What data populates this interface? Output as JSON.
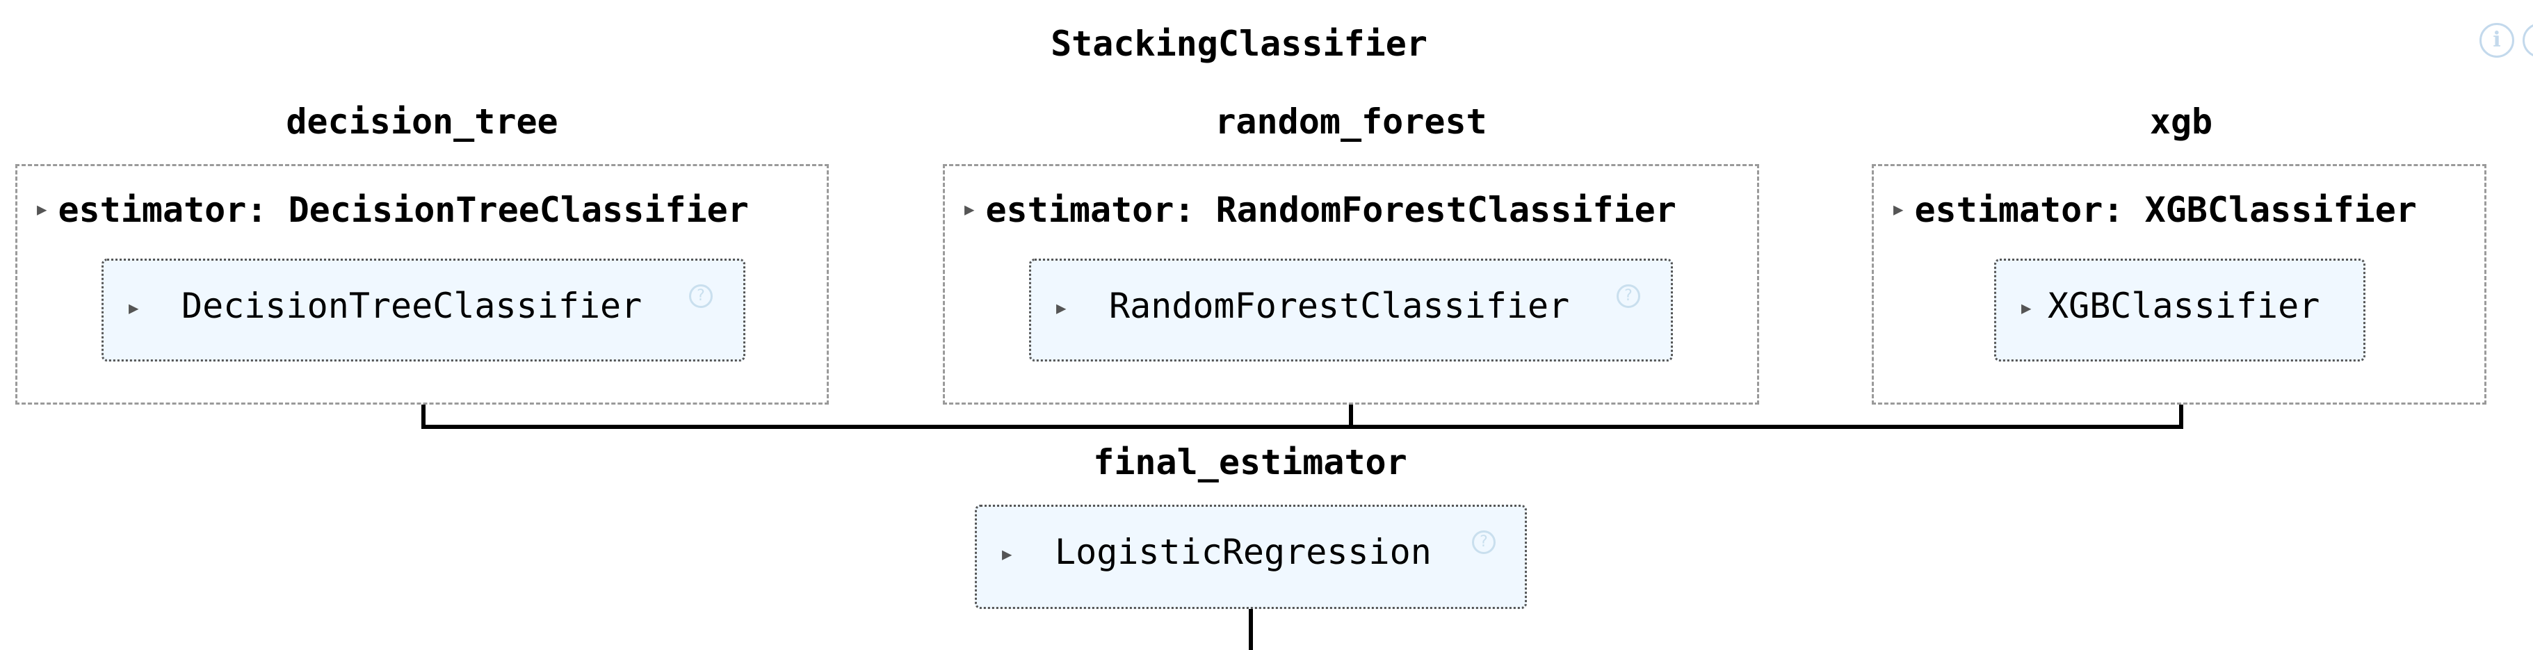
{
  "stacking": {
    "title": "StackingClassifier"
  },
  "estimators": [
    {
      "name": "decision_tree",
      "param_label": "estimator: DecisionTreeClassifier",
      "class_name": "DecisionTreeClassifier"
    },
    {
      "name": "random_forest",
      "param_label": "estimator: RandomForestClassifier",
      "class_name": "RandomForestClassifier"
    },
    {
      "name": "xgb",
      "param_label": "estimator: XGBClassifier",
      "class_name": "XGBClassifier"
    }
  ],
  "final": {
    "title": "final_estimator",
    "class_name": "LogisticRegression"
  },
  "icons": {
    "expand": "triangle-right-icon",
    "help": "question-circle-icon",
    "info": "info-circle-icon"
  },
  "colors": {
    "estimator_fill": "#f0f8ff",
    "dashed_border": "#9a9a9a",
    "icon_tint": "#c3d9ec",
    "connector": "#000000"
  }
}
